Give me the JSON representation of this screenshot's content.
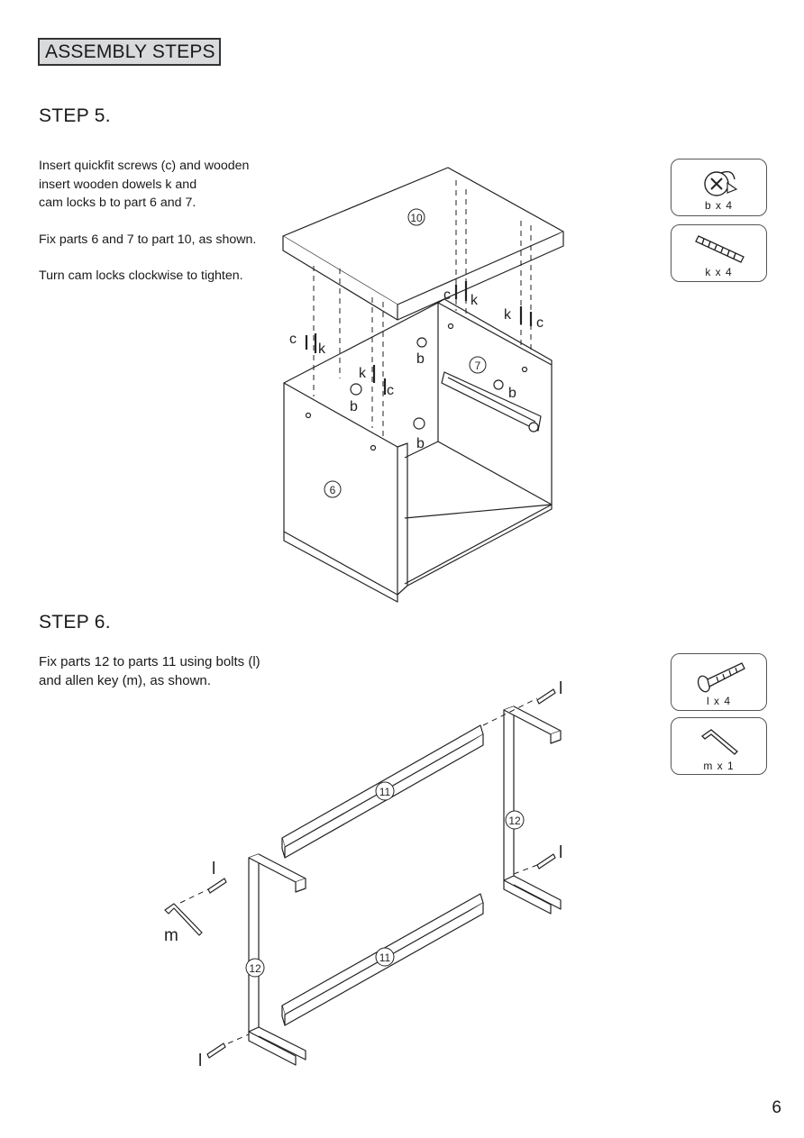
{
  "header": {
    "title": "ASSEMBLY STEPS"
  },
  "step5": {
    "title": "STEP 5.",
    "lines1": [
      "Insert quickfit screws (c) and wooden",
      "insert wooden dowels k and",
      "cam locks b to part 6 and 7."
    ],
    "line2": "Fix parts 6 and 7 to part 10, as shown.",
    "line3": "Turn cam locks clockwise to tighten.",
    "parts": [
      {
        "id": "b",
        "label": "b x 4",
        "icon": "cam-lock-icon"
      },
      {
        "id": "k",
        "label": "k x 4",
        "icon": "wooden-dowel-icon"
      }
    ],
    "diagram_labels": {
      "panel_top": "10",
      "panel_side": "6",
      "panel_back": "7",
      "c": "c",
      "k": "k",
      "b": "b"
    }
  },
  "step6": {
    "title": "STEP 6.",
    "lines": [
      "Fix parts 12 to parts 11 using bolts (l)",
      "and allen key (m), as shown."
    ],
    "parts": [
      {
        "id": "l",
        "label": "l x 4",
        "icon": "bolt-icon"
      },
      {
        "id": "m",
        "label": "m x 1",
        "icon": "allen-key-icon"
      }
    ],
    "diagram_labels": {
      "rail": "11",
      "leg": "12",
      "bolt": "l",
      "key": "m"
    }
  },
  "page_number": "6"
}
